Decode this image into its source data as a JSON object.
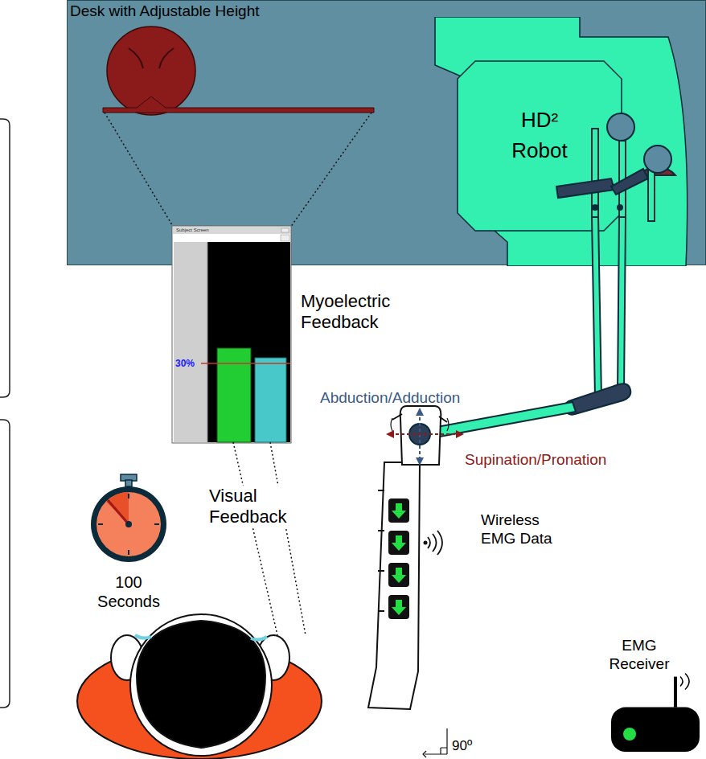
{
  "diagram": {
    "nodes": [
      {
        "text": [
          "Desk with Adjustable Height"
        ]
      },
      {
        "text": [
          "HD² Robot"
        ],
        "in": 0
      },
      {
        "text": [
          "EMG Receiver"
        ]
      }
    ],
    "labels": [
      "Subject Screen",
      "30%",
      "Myoelectric Feedback",
      "Abduction/Adduction",
      "Supination/Pronation",
      "Visual Feedback",
      "Wireless EMG Data",
      "100 Seconds",
      "90º"
    ]
  }
}
